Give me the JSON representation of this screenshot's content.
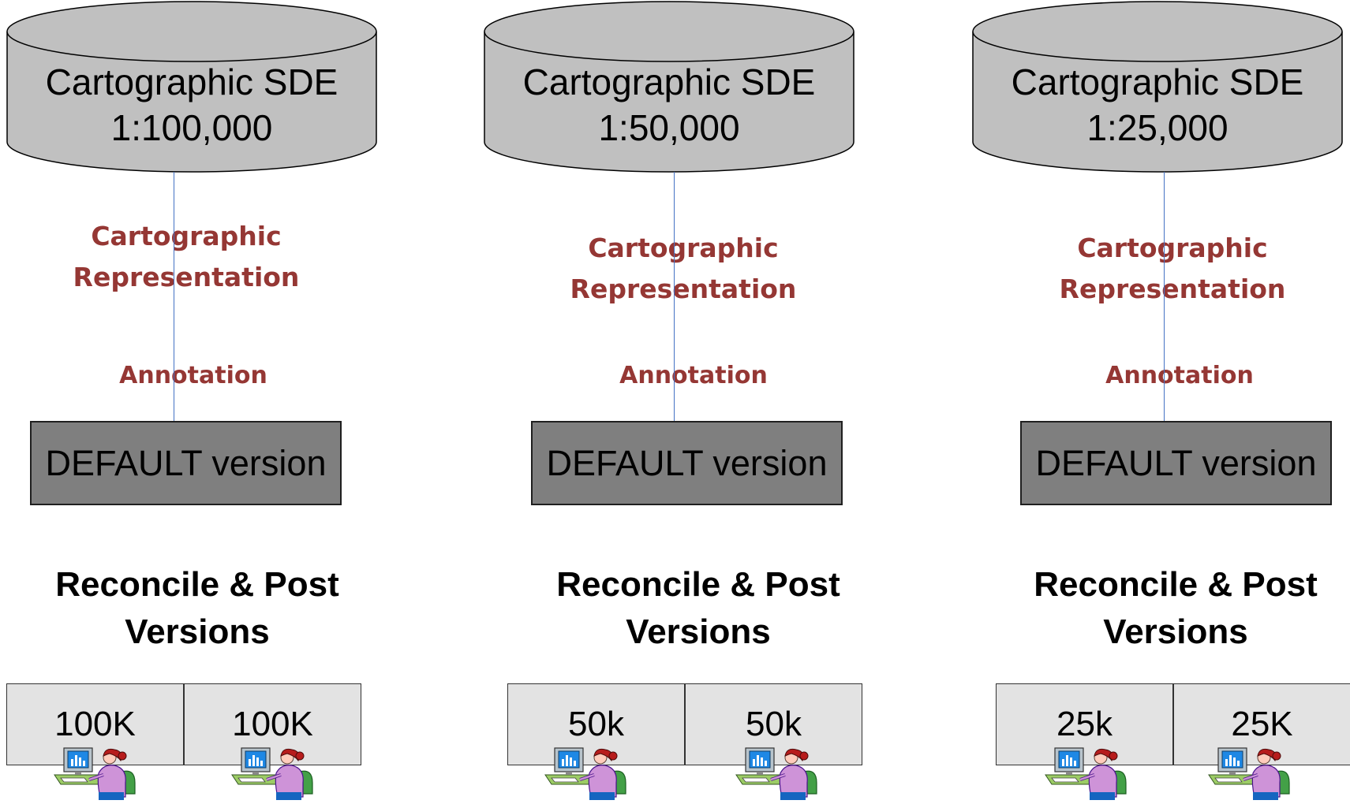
{
  "columns": [
    {
      "db_title": "Cartographic SDE",
      "db_scale": "1:100,000",
      "representation": [
        "Cartographic",
        "Representation"
      ],
      "annotation": "Annotation",
      "default_version": "DEFAULT version",
      "reconcile": [
        "Reconcile & Post",
        "Versions"
      ],
      "versions": [
        "100K",
        "100K"
      ]
    },
    {
      "db_title": "Cartographic SDE",
      "db_scale": "1:50,000",
      "representation": [
        "Cartographic",
        "Representation"
      ],
      "annotation": "Annotation",
      "default_version": "DEFAULT version",
      "reconcile": [
        "Reconcile & Post",
        "Versions"
      ],
      "versions": [
        "50k",
        "50k"
      ]
    },
    {
      "db_title": "Cartographic SDE",
      "db_scale": "1:25,000",
      "representation": [
        "Cartographic",
        "Representation"
      ],
      "annotation": "Annotation",
      "default_version": "DEFAULT version",
      "reconcile": [
        "Reconcile & Post",
        "Versions"
      ],
      "versions": [
        "25k",
        "25K"
      ]
    }
  ],
  "colors": {
    "db_fill": "#c0c0c0",
    "default_fill": "#7f7f7f",
    "version_fill": "#e3e3e3",
    "label_text": "#953734",
    "link_line": "#4472c4"
  },
  "icons": {
    "version_user": "user-at-computer-icon"
  }
}
